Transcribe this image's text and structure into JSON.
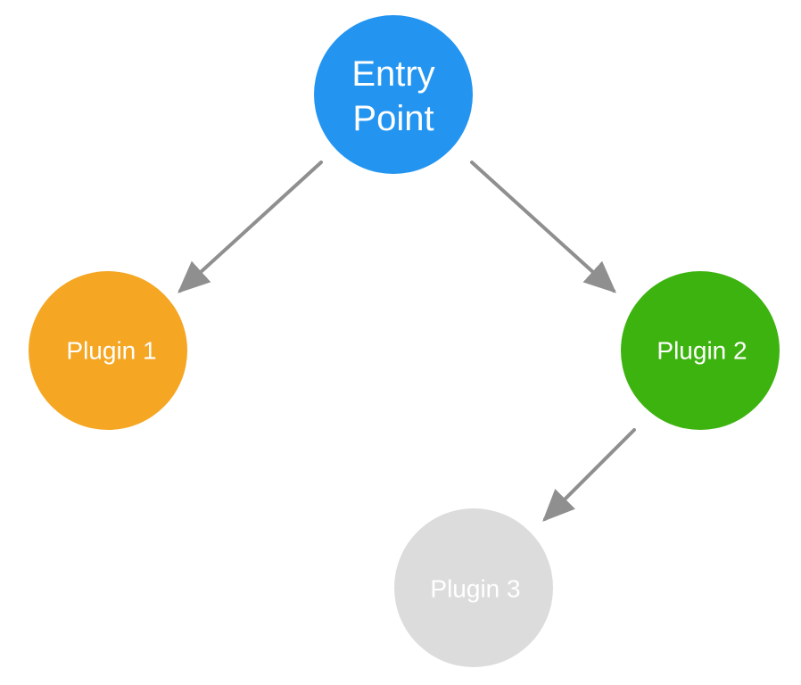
{
  "diagram": {
    "nodes": {
      "entry": {
        "label_line1": "Entry",
        "label_line2": "Point",
        "color": "#2395f1"
      },
      "plugin1": {
        "label": "Plugin 1",
        "color": "#f5a623"
      },
      "plugin2": {
        "label": "Plugin 2",
        "color": "#3db30f"
      },
      "plugin3": {
        "label": "Plugin 3",
        "color": "#dcdcdc"
      }
    },
    "edge_color": "#8f8f8f"
  }
}
